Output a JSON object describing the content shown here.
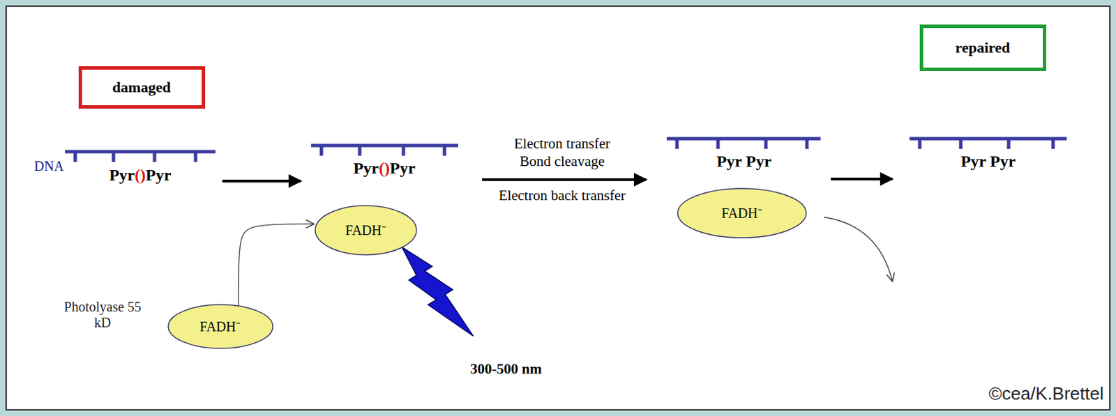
{
  "diagram": {
    "nodes": [
      {
        "text": [
          "damaged"
        ]
      },
      {
        "text": [
          "repaired"
        ]
      },
      {
        "text": [
          "FADH⁻"
        ]
      },
      {
        "text": [
          "FADH⁻"
        ]
      },
      {
        "text": [
          "FADH⁻"
        ]
      }
    ],
    "edges": [
      {
        "from": 4,
        "to": 2,
        "arrow": "to"
      }
    ],
    "labels": [
      "DNA",
      "Pyr()Pyr",
      "Pyr()Pyr",
      "Electron transfer",
      "Bond cleavage",
      "Electron back transfer",
      "Pyr Pyr",
      "Pyr Pyr",
      "Photolyase 55 kD",
      "300-500 nm",
      "©cea/K.Brettel"
    ]
  }
}
